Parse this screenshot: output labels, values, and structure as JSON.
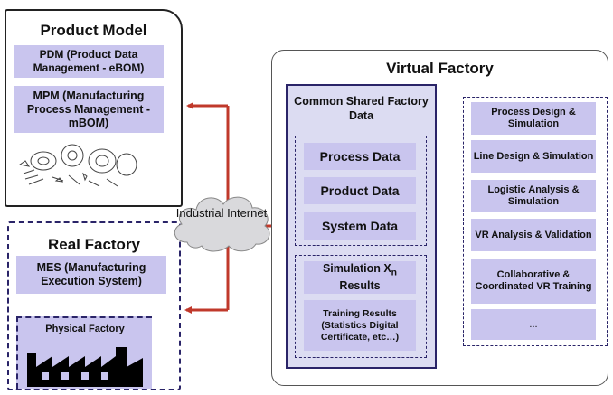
{
  "product_model": {
    "title": "Product Model",
    "pdm": "PDM (Product Data Management - eBOM)",
    "mpm": "MPM (Manufacturing Process Management - mBOM)"
  },
  "real_factory": {
    "title": "Real Factory",
    "mes": "MES (Manufacturing Execution System)",
    "physical": "Physical Factory"
  },
  "network": {
    "label": "Industrial Internet"
  },
  "virtual_factory": {
    "title": "Virtual Factory",
    "common": {
      "title": "Common Shared Factory Data",
      "data": [
        "Process Data",
        "Product Data",
        "System Data"
      ],
      "simulation_results_prefix": "Simulation X",
      "simulation_results_subscript": "n",
      "simulation_results_suffix": "Results",
      "training_results": "Training Results (Statistics Digital Certificate, etc…)"
    },
    "applications": [
      "Process Design & Simulation",
      "Line Design & Simulation",
      "Logistic Analysis & Simulation",
      "VR Analysis & Validation",
      "Collaborative & Coordinated VR Training",
      "..."
    ]
  },
  "colors": {
    "box_fill": "#c9c5ee",
    "panel_fill": "#dcdcf2",
    "border_navy": "#2a2468",
    "arrow_red": "#c0392b"
  }
}
